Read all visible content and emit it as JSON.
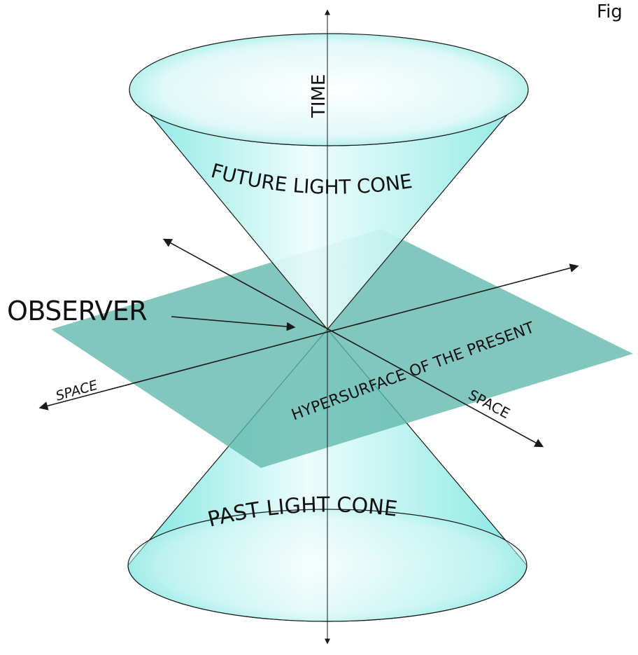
{
  "figure": {
    "corner_label": "Fig"
  },
  "labels": {
    "time_axis": "TIME",
    "future_cone": "FUTURE LIGHT CONE",
    "past_cone": "PAST LIGHT CONE",
    "observer": "OBSERVER",
    "space_left": "SPACE",
    "space_right": "SPACE",
    "hypersurface": "HYPERSURFACE OF THE PRESENT"
  },
  "colors": {
    "cone_fill_light": "#ecfdfc",
    "cone_fill_edge": "#7fe6e0",
    "plane_fill": "#5fb7ac",
    "stroke": "#1a1a1a"
  }
}
